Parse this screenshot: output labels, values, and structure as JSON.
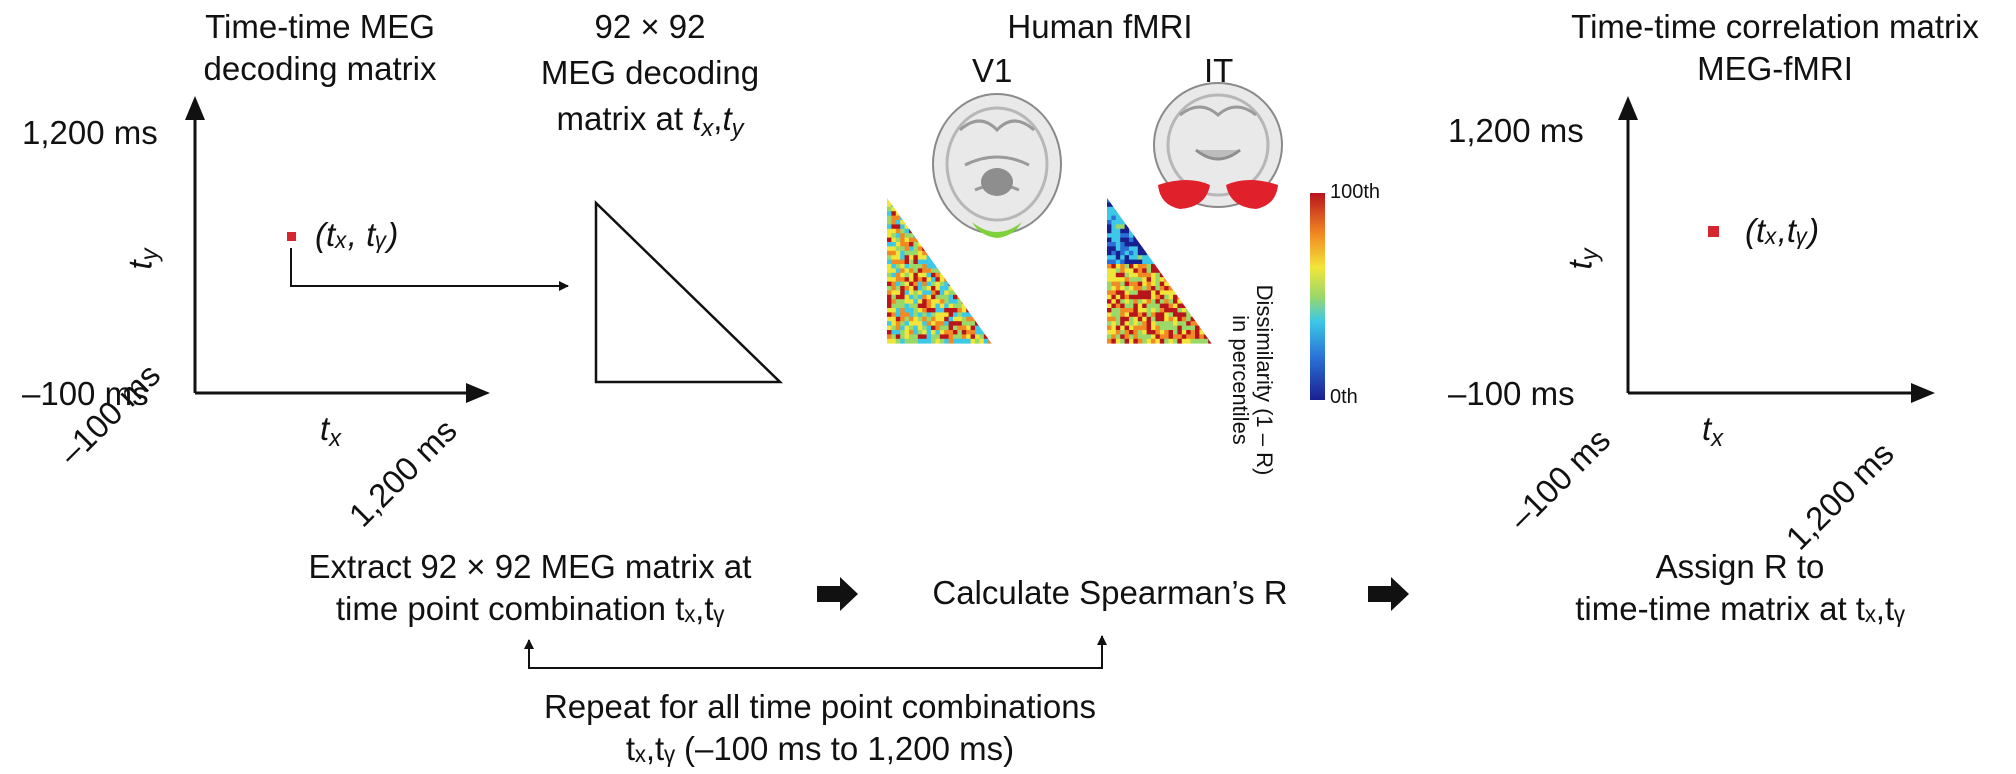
{
  "panel1": {
    "title_line1": "Time-time MEG",
    "title_line2": "decoding matrix",
    "y_top_label": "1,200 ms",
    "y_bottom_label": "–100 ms",
    "y_axis_symbol": "t",
    "y_axis_sub": "y",
    "x_axis_symbol": "t",
    "x_axis_sub": "x",
    "x_left_label": "–100 ms",
    "x_right_label": "1,200 ms",
    "point_label": "(tₓ, tᵧ)",
    "point_color": "#d6262f"
  },
  "panel2": {
    "title_line1": "92 × 92",
    "title_line2": "MEG decoding",
    "title_line3_prefix": "matrix at ",
    "title_line3_var1": "t",
    "title_line3_sub1": "x",
    "title_line3_sep": ",",
    "title_line3_var2": "t",
    "title_line3_sub2": "y"
  },
  "panel3": {
    "title": "Human fMRI",
    "region_left": "V1",
    "region_right": "IT",
    "colorbar_top": "100th",
    "colorbar_bottom": "0th",
    "colorbar_title_line1": "Dissimilarity (1 – R)",
    "colorbar_title_line2": "in percentiles",
    "v1_highlight_color": "#7fd13b",
    "it_highlight_color": "#e0202a"
  },
  "panel4": {
    "title_line1": "Time-time correlation matrix",
    "title_line2": "MEG-fMRI",
    "y_top_label": "1,200 ms",
    "y_bottom_label": "–100 ms",
    "y_axis_symbol": "t",
    "y_axis_sub": "y",
    "x_axis_symbol": "t",
    "x_axis_sub": "x",
    "x_left_label": "–100 ms",
    "x_right_label": "1,200 ms",
    "point_label": "(tₓ,tᵧ)",
    "point_color": "#d6262f"
  },
  "steps": {
    "step1_line1": "Extract 92 × 92 MEG matrix at",
    "step1_line2": "time point combination tₓ,tᵧ",
    "step2": "Calculate Spearman’s R",
    "step3_line1": "Assign R to",
    "step3_line2": "time-time matrix at tₓ,tᵧ",
    "repeat_line1": "Repeat for all time point combinations",
    "repeat_line2": "tₓ,tᵧ (–100 ms to 1,200 ms)"
  }
}
